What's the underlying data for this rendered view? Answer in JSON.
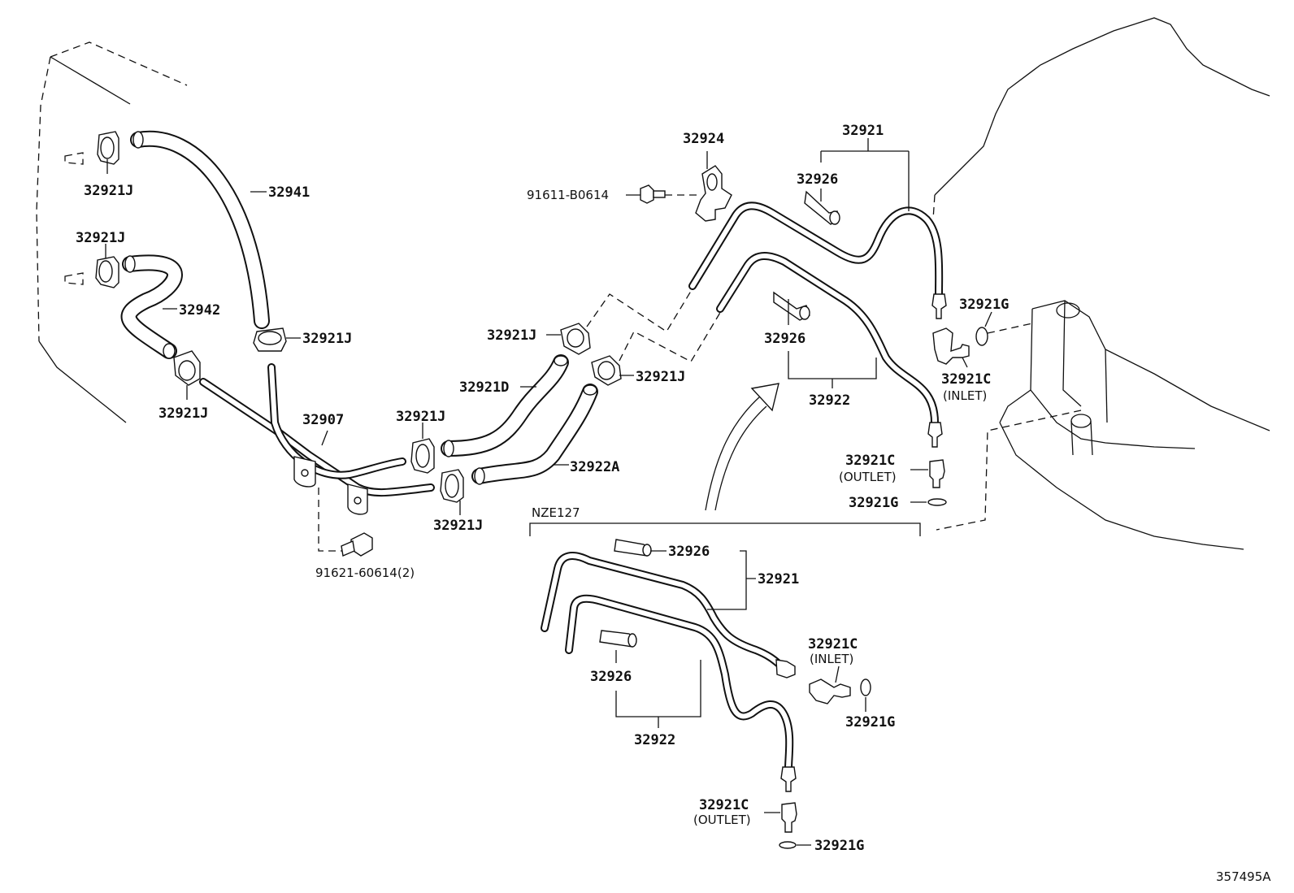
{
  "labels": {
    "l_32921J_a": "32921J",
    "l_32941": "32941",
    "l_32921J_b": "32921J",
    "l_32942": "32942",
    "l_32921J_c": "32921J",
    "l_32921J_d": "32921J",
    "l_32907": "32907",
    "l_32921J_e": "32921J",
    "l_32921J_f": "32921J",
    "l_91621": "91621-60614(2)",
    "l_32921J_g": "32921J",
    "l_32921D": "32921D",
    "l_32921J_h": "32921J",
    "l_32922A": "32922A",
    "l_32924": "32924",
    "l_91611": "91611-B0614",
    "l_32921_top": "32921",
    "l_32926_top": "32926",
    "l_32926_mid": "32926",
    "l_32922_top": "32922",
    "l_32921G_top": "32921G",
    "l_32921C_inlet_top": "32921C",
    "l_inlet_top": "(INLET)",
    "l_32921C_outlet_top": "32921C",
    "l_outlet_top": "(OUTLET)",
    "l_32921G_mid": "32921G",
    "l_nze127": "NZE127",
    "l_32926_b1": "32926",
    "l_32921_b": "32921",
    "l_32921C_inlet_b": "32921C",
    "l_inlet_b": "(INLET)",
    "l_32926_b2": "32926",
    "l_32921G_b1": "32921G",
    "l_32922_b": "32922",
    "l_32921C_outlet_b": "32921C",
    "l_outlet_b": "(OUTLET)",
    "l_32921G_b2": "32921G",
    "l_ref": "357495A"
  }
}
